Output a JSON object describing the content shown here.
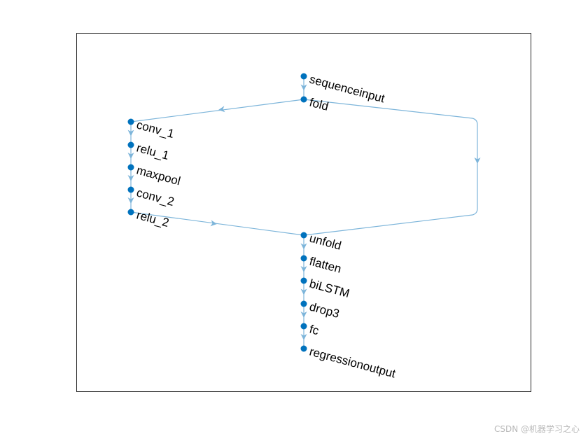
{
  "graph": {
    "nodes": [
      {
        "id": "sequenceinput",
        "label": "sequenceinput"
      },
      {
        "id": "fold",
        "label": "fold"
      },
      {
        "id": "conv_1",
        "label": "conv_1"
      },
      {
        "id": "relu_1",
        "label": "relu_1"
      },
      {
        "id": "maxpool",
        "label": "maxpool"
      },
      {
        "id": "conv_2",
        "label": "conv_2"
      },
      {
        "id": "relu_2",
        "label": "relu_2"
      },
      {
        "id": "unfold",
        "label": "unfold"
      },
      {
        "id": "flatten",
        "label": "flatten"
      },
      {
        "id": "biLSTM",
        "label": "biLSTM"
      },
      {
        "id": "drop3",
        "label": "drop3"
      },
      {
        "id": "fc",
        "label": "fc"
      },
      {
        "id": "regressionoutput",
        "label": "regressionoutput"
      }
    ],
    "edges": [
      {
        "from": "sequenceinput",
        "to": "fold"
      },
      {
        "from": "fold",
        "to": "conv_1"
      },
      {
        "from": "fold",
        "to": "unfold"
      },
      {
        "from": "conv_1",
        "to": "relu_1"
      },
      {
        "from": "relu_1",
        "to": "maxpool"
      },
      {
        "from": "maxpool",
        "to": "conv_2"
      },
      {
        "from": "conv_2",
        "to": "relu_2"
      },
      {
        "from": "relu_2",
        "to": "unfold"
      },
      {
        "from": "unfold",
        "to": "flatten"
      },
      {
        "from": "flatten",
        "to": "biLSTM"
      },
      {
        "from": "biLSTM",
        "to": "drop3"
      },
      {
        "from": "drop3",
        "to": "fc"
      },
      {
        "from": "fc",
        "to": "regressionoutput"
      }
    ],
    "colors": {
      "node": "#0072BD",
      "edge": "#7DB5DA",
      "axes": "#262626"
    }
  },
  "watermark": "CSDN @机器学习之心"
}
